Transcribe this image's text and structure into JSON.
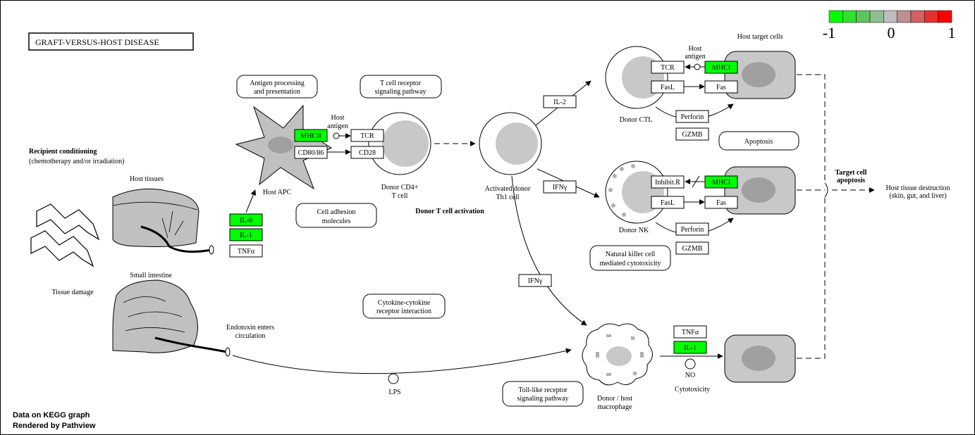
{
  "title": "GRAFT-VERSUS-HOST DISEASE",
  "legend": {
    "min_label": "-1",
    "mid_label": "0",
    "max_label": "1",
    "colors": [
      "#00ff00",
      "#2ee22e",
      "#5ec45e",
      "#8fbf8f",
      "#bebebe",
      "#bf8f8f",
      "#d46060",
      "#e73030",
      "#ff0000"
    ]
  },
  "colors": {
    "up_regulated": "#00ff00",
    "neutral": "#ffffff",
    "cell_fill": "#c8c8c8",
    "nucleus_fill": "#a0a0a0"
  },
  "labels": {
    "recipient_conditioning": "Recipient conditioning",
    "chemotherapy": "(chemotherapy and/or irradiation)",
    "host_tissues": "Host tissues",
    "tissue_damage": "Tissue damage",
    "small_intestine": "Small intestine",
    "endotoxin_1": "Endotoxin enters",
    "endotoxin_2": "circulation",
    "lps": "LPS",
    "host_apc": "Host APC",
    "host_antigen_1a": "Host",
    "host_antigen_1b": "antigen",
    "donor_cd4_1": "Donor CD4+",
    "donor_cd4_2": "T cell",
    "donor_t_activation": "Donor T cell activation",
    "activated_donor_1": "Activated donor",
    "activated_donor_2": "Th1 cell",
    "host_target_cells": "Host target cells",
    "host_antigen_2a": "Host",
    "host_antigen_2b": "antigen",
    "donor_ctl": "Donor CTL",
    "donor_nk": "Donor NK",
    "target_apoptosis_1": "Target cell",
    "target_apoptosis_2": "apoptosis",
    "host_destruction_1": "Host tissue destruction",
    "host_destruction_2": "(skin, gut, and liver)",
    "donor_macrophage_1": "Donor / host",
    "donor_macrophage_2": "macrophage",
    "no": "NO",
    "cytotoxicity": "Cytotoxicity"
  },
  "pathways": {
    "antigen_processing_1": "Antigen processing",
    "antigen_processing_2": "and presentation",
    "tcr_signaling_1": "T cell receptor",
    "tcr_signaling_2": "signaling pathway",
    "cell_adhesion_1": "Cell adhesion",
    "cell_adhesion_2": "molecules",
    "cytokine_1": "Cytokine-cytokine",
    "cytokine_2": "receptor interaction",
    "toll_like_1": "Toll-like receptor",
    "toll_like_2": "signaling pathway",
    "nk_cytotox_1": "Natural killer cell",
    "nk_cytotox_2": "mediated cytotoxicity",
    "apoptosis": "Apoptosis"
  },
  "genes": {
    "il6": "IL-6",
    "il1_a": "IL-1",
    "tnfa_a": "TNFα",
    "mhcii": "MHCII",
    "cd80": "CD80/86",
    "tcr_a": "TCR",
    "cd28": "CD28",
    "il2": "IL-2",
    "ifng_a": "IFNγ",
    "ifng_b": "IFNγ",
    "tcr_b": "TCR",
    "mhci_a": "MHCI",
    "fasl_a": "FasL",
    "fas_a": "Fas",
    "perforin_a": "Perforin",
    "gzmb_a": "GZMB",
    "inhibitr": "Inhibit.R",
    "mhci_b": "MHCI",
    "fasl_b": "FasL",
    "fas_b": "Fas",
    "perforin_b": "Perforin",
    "gzmb_b": "GZMB",
    "tnfa_b": "TNFα",
    "il1_b": "IL-1"
  },
  "footer": {
    "line1": "Data on KEGG graph",
    "line2": "Rendered by Pathview"
  }
}
